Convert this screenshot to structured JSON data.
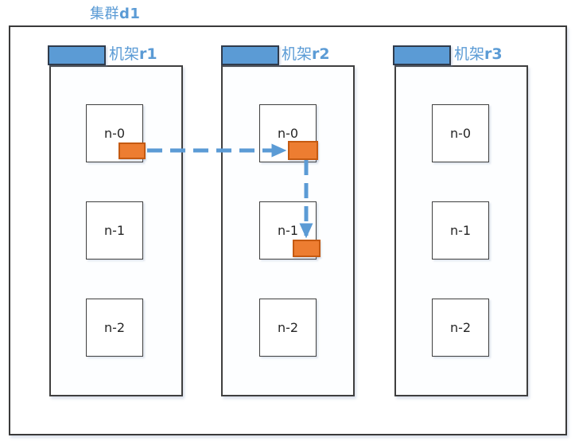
{
  "title": {
    "cn": "集群",
    "id": "d1",
    "full": "集群d1"
  },
  "racks": [
    {
      "name": "r1",
      "label_cn": "机架",
      "label_id": "r1",
      "label_full": "机架r1",
      "nodes": [
        "n-0",
        "n-1",
        "n-2"
      ]
    },
    {
      "name": "r2",
      "label_cn": "机架",
      "label_id": "r2",
      "label_full": "机架r2",
      "nodes": [
        "n-0",
        "n-1",
        "n-2"
      ]
    },
    {
      "name": "r3",
      "label_cn": "机架",
      "label_id": "r3",
      "label_full": "机架r3",
      "nodes": [
        "n-0",
        "n-1",
        "n-2"
      ]
    }
  ],
  "replica_blocks": [
    {
      "rack": "r1",
      "node": "n-0"
    },
    {
      "rack": "r2",
      "node": "n-0"
    },
    {
      "rack": "r2",
      "node": "n-1"
    }
  ],
  "flows": [
    {
      "from": "r1/n-0",
      "to": "r2/n-0",
      "direction": "right"
    },
    {
      "from": "r2/n-0",
      "to": "r2/n-1",
      "direction": "down"
    }
  ],
  "colors": {
    "accent_blue": "#5B9BD5",
    "arrow": "#5B9BD5",
    "tab_border": "#2F3B4C",
    "block_orange": "#ED7D31",
    "block_border": "#C55A11",
    "box_border": "#3F3F3F",
    "node_text": "#262626"
  }
}
